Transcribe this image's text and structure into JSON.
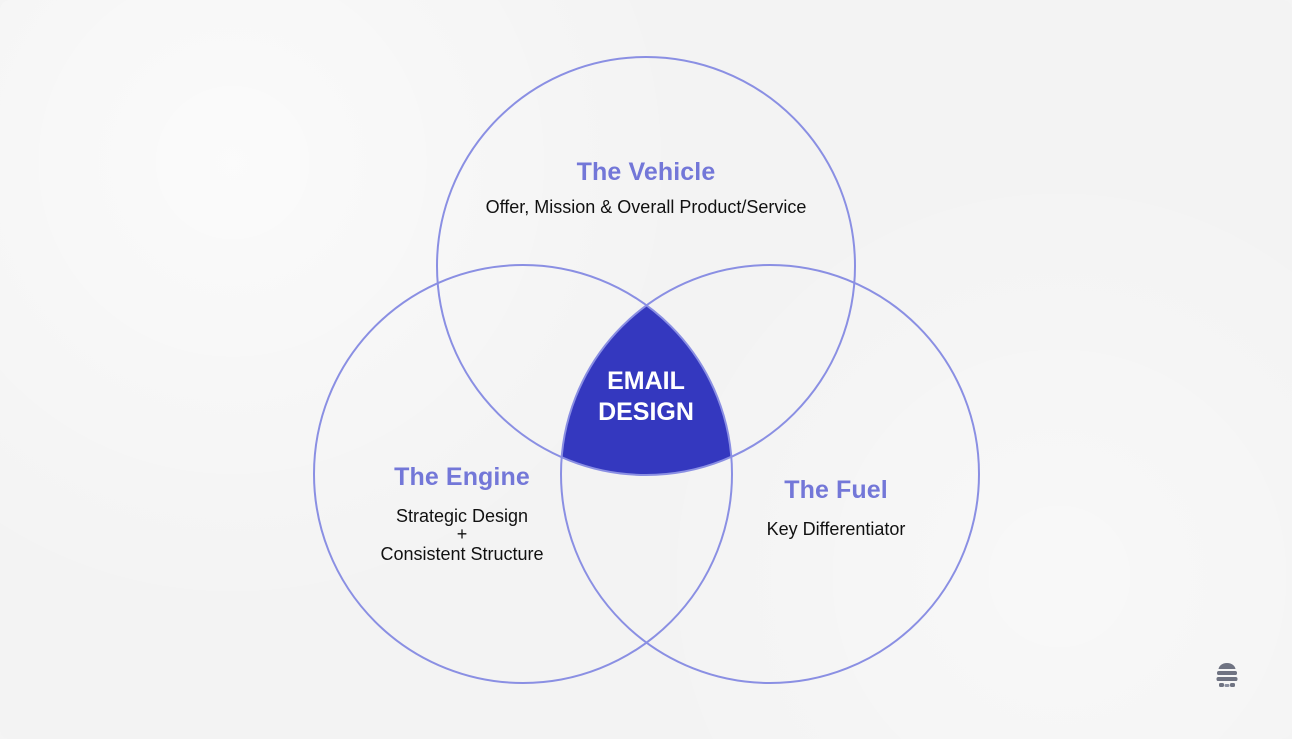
{
  "diagram": {
    "center": {
      "line1": "EMAIL",
      "line2": "DESIGN"
    },
    "sets": {
      "vehicle": {
        "title": "The Vehicle",
        "description": "Offer, Mission & Overall Product/Service"
      },
      "engine": {
        "title": "The Engine",
        "line1": "Strategic Design",
        "line2": "+",
        "line3": "Consistent Structure"
      },
      "fuel": {
        "title": "The Fuel",
        "description": "Key Differentiator"
      }
    }
  },
  "colors": {
    "circle_stroke": "#8a8fe3",
    "accent_title": "#7377d8",
    "center_fill": "#3438bf",
    "text_dark": "#111111",
    "background": "#f3f3f3"
  },
  "icons": {
    "corner_logo": "beehive-icon"
  }
}
